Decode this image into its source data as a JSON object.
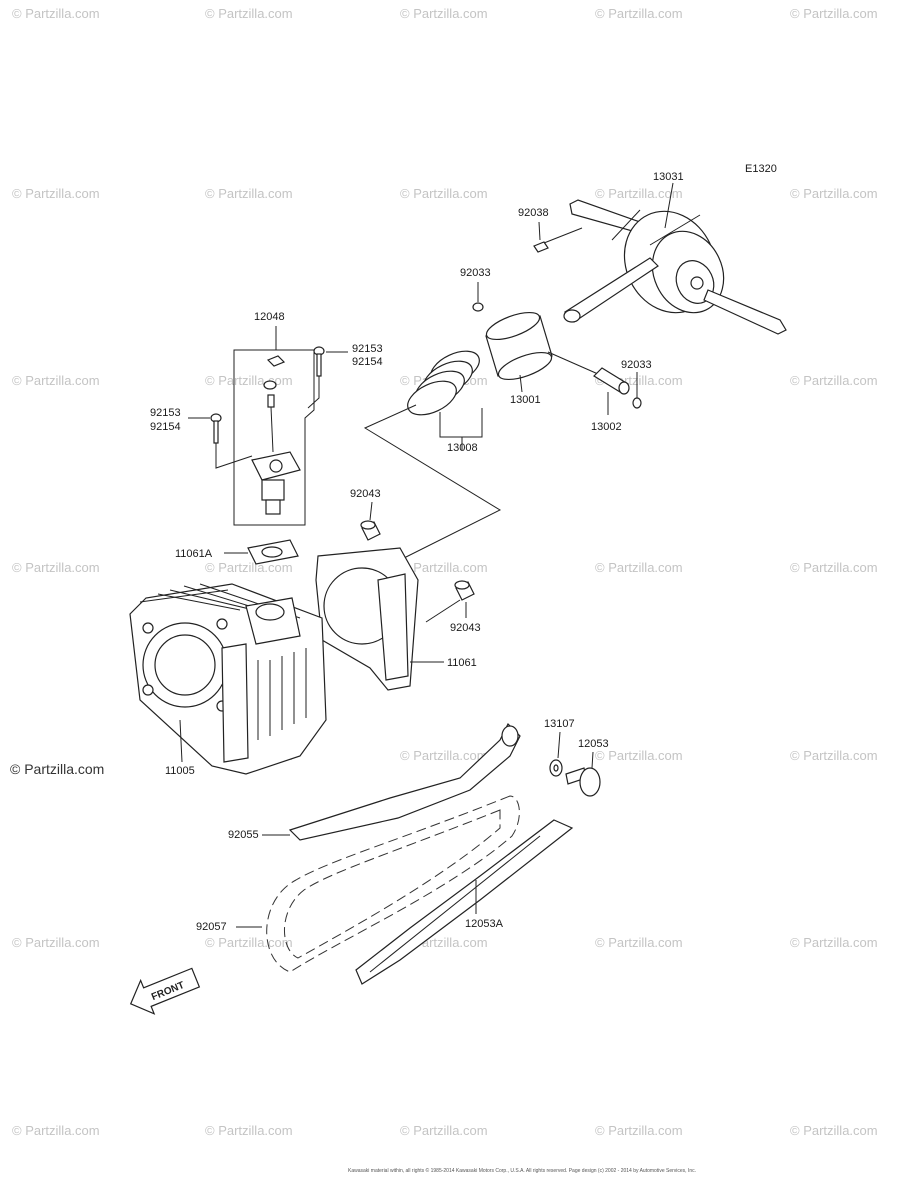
{
  "diagram_code": "E1320",
  "brand": "© Partzilla.com",
  "watermark_text": "© Partzilla.com",
  "front_arrow_text": "FRONT",
  "copyright": "Kawasaki material within, all rights © 1985-2014 Kawasaki Motors Corp., U.S.A. All rights reserved. Page design (c) 2002 - 2014 by Automotive Services, Inc.",
  "parts": [
    {
      "id": "13031",
      "label": "13031"
    },
    {
      "id": "92038",
      "label": "92038"
    },
    {
      "id": "92033-top",
      "label": "92033"
    },
    {
      "id": "92033-right",
      "label": "92033"
    },
    {
      "id": "13001",
      "label": "13001"
    },
    {
      "id": "13002",
      "label": "13002"
    },
    {
      "id": "13008",
      "label": "13008"
    },
    {
      "id": "12048",
      "label": "12048"
    },
    {
      "id": "92153-top",
      "label": "92153"
    },
    {
      "id": "92154-top",
      "label": "92154"
    },
    {
      "id": "92153-left",
      "label": "92153"
    },
    {
      "id": "92154-left",
      "label": "92154"
    },
    {
      "id": "92043-top",
      "label": "92043"
    },
    {
      "id": "92043-bottom",
      "label": "92043"
    },
    {
      "id": "11061A",
      "label": "11061A"
    },
    {
      "id": "11061",
      "label": "11061"
    },
    {
      "id": "11005",
      "label": "11005"
    },
    {
      "id": "92055",
      "label": "92055"
    },
    {
      "id": "13107",
      "label": "13107"
    },
    {
      "id": "12053",
      "label": "12053"
    },
    {
      "id": "92057",
      "label": "92057"
    },
    {
      "id": "12053A",
      "label": "12053A"
    }
  ]
}
